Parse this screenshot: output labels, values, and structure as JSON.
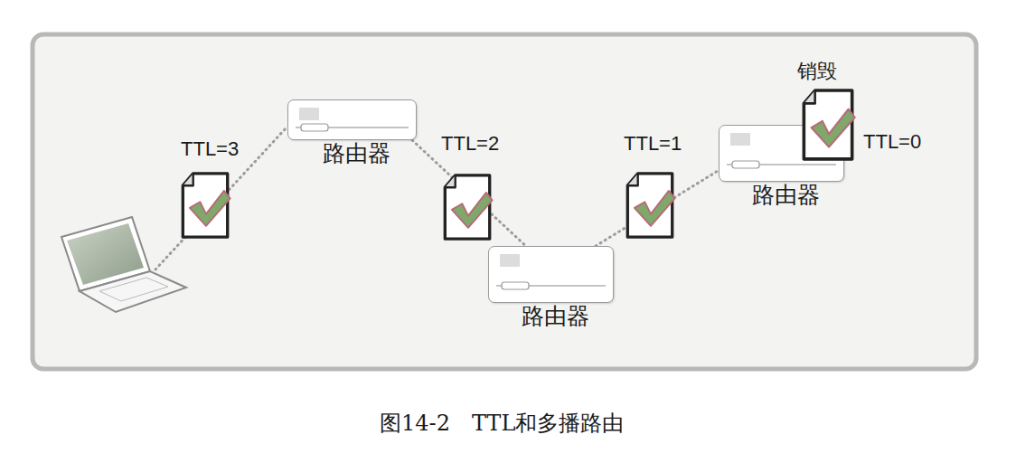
{
  "diagram": {
    "caption": "图14-2　TTL和多播路由",
    "nodes": [
      {
        "text": [
          "路由器"
        ]
      },
      {
        "text": [
          "路由器"
        ]
      },
      {
        "text": [
          "路由器"
        ]
      }
    ],
    "edges": [
      {
        "from": 0,
        "to": 1,
        "arrow": "none"
      },
      {
        "from": 1,
        "to": 2,
        "arrow": "none"
      }
    ],
    "labels": [
      "TTL=3",
      "TTL=2",
      "TTL=1",
      "销毁",
      "TTL=0"
    ]
  }
}
